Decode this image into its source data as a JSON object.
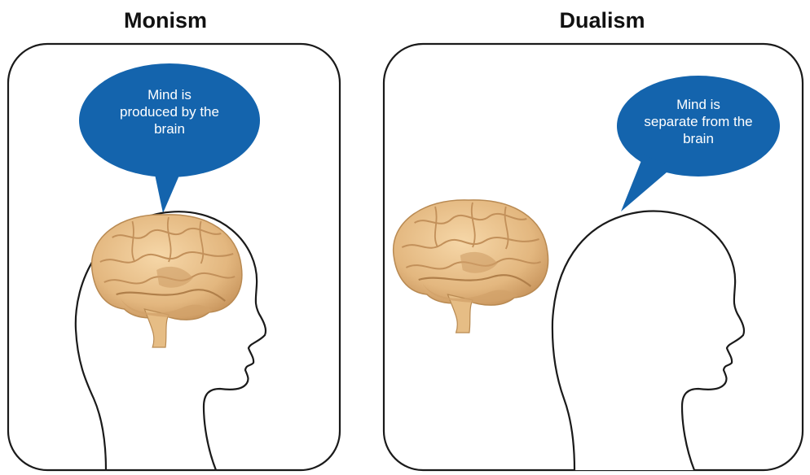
{
  "panels": [
    {
      "title": "Monism",
      "bubble": [
        "Mind is",
        "produced by the",
        "brain"
      ]
    },
    {
      "title": "Dualism",
      "bubble": [
        "Mind is",
        "separate from the",
        "brain"
      ]
    }
  ],
  "colors": {
    "bubble": "#1464ad",
    "outline": "#1a1a1a",
    "brain_base": "#e8c08a",
    "brain_fold": "#d6a86a",
    "brain_shade": "#c49660"
  },
  "icons": [
    "brain-illustration",
    "head-silhouette",
    "speech-bubble"
  ]
}
